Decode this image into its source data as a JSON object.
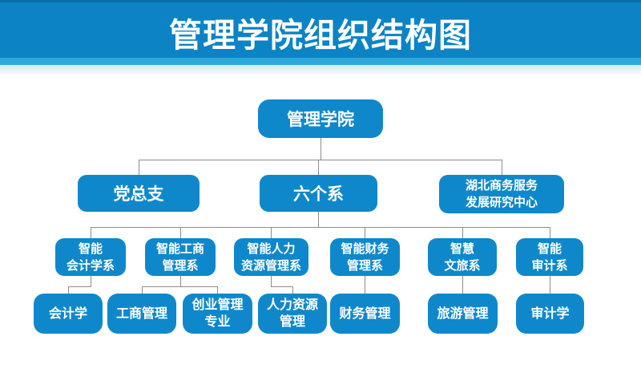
{
  "page": {
    "title": "管理学院组织结构图"
  },
  "colors": {
    "banner_blue": "#0c83c4",
    "banner_top_edge": "#0a6da8",
    "accent_cyan": "#2fa9d8",
    "node_blue": "#0f88cb",
    "node_text": "#ffffff",
    "connector_gray": "#8c8c8c",
    "background": "#ffffff"
  },
  "org_chart": {
    "root": {
      "label": "管理学院"
    },
    "level2": [
      {
        "label": "党总支"
      },
      {
        "label": "六个系"
      },
      {
        "label": "湖北商务服务\n发展研究中心"
      }
    ],
    "departments": [
      {
        "label": "智能\n会计学系"
      },
      {
        "label": "智能工商\n管理系"
      },
      {
        "label": "智能人力\n资源管理系"
      },
      {
        "label": "智能财务\n管理系"
      },
      {
        "label": "智慧\n文旅系"
      },
      {
        "label": "智能\n审计系"
      }
    ],
    "majors": [
      {
        "label": "会计学"
      },
      {
        "label": "工商管理"
      },
      {
        "label": "创业管理\n专业"
      },
      {
        "label": "人力资源\n管理"
      },
      {
        "label": "财务管理"
      },
      {
        "label": "旅游管理"
      },
      {
        "label": "审计学"
      }
    ]
  }
}
